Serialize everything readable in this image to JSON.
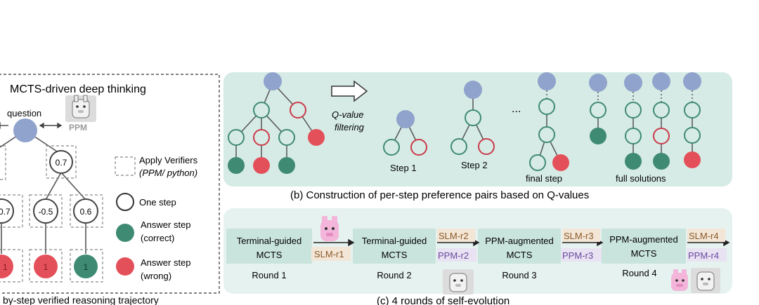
{
  "panel_a": {
    "title": "MCTS-driven deep thinking",
    "question": "question",
    "ppm_label": "PPM",
    "nodes": {
      "n1": "0.7",
      "n2": "0.7",
      "n3": "-0.5",
      "n4": "0.6",
      "leaf1": "1",
      "leaf2": "1",
      "leaf3": "1"
    },
    "legend": {
      "verifier_line1": "Apply Verifiers",
      "verifier_line2": "(PPM/ python)",
      "one_step": "One step",
      "answer_correct_1": "Answer step",
      "answer_correct_2": "(correct)",
      "answer_wrong_1": "Answer step",
      "answer_wrong_2": "(wrong)"
    },
    "caption": "by-step verified reasoning trajectory"
  },
  "panel_b": {
    "filter_line1": "Q-value",
    "filter_line2": "filtering",
    "dots": "...",
    "step1": "Step 1",
    "step2": "Step 2",
    "final_step": "final step",
    "full_solutions": "full solutions",
    "caption": "(b) Construction of per-step preference pairs based on Q-values"
  },
  "panel_c": {
    "box1": [
      "Terminal-guided",
      "MCTS"
    ],
    "box2": [
      "Terminal-guided",
      "MCTS"
    ],
    "box3": [
      "PPM-augmented",
      "MCTS"
    ],
    "box4": [
      "PPM-augmented",
      "MCTS"
    ],
    "round1": "Round 1",
    "round2": "Round 2",
    "round3": "Round 3",
    "round4": "Round 4",
    "slm_r1": "SLM-r1",
    "slm_r2": "SLM-r2",
    "ppm_r2": "PPM-r2",
    "slm_r3": "SLM-r3",
    "ppm_r3": "PPM-r3",
    "slm_r4": "SLM-r4",
    "ppm_r4": "PPM-r4",
    "caption": "(c) 4 rounds of self-evolution"
  },
  "colors": {
    "panel_bg": "#d6ebe6",
    "box_bg": "#c9e4dd",
    "blue_node": "#8fa3cc",
    "green_node": "#3f8a73",
    "red_node": "#e4505a",
    "red_ring": "#cc3a4a",
    "green_ring": "#3f8a73",
    "slm_text": "#8a5a2a",
    "ppm_text": "#6a4aa0"
  }
}
